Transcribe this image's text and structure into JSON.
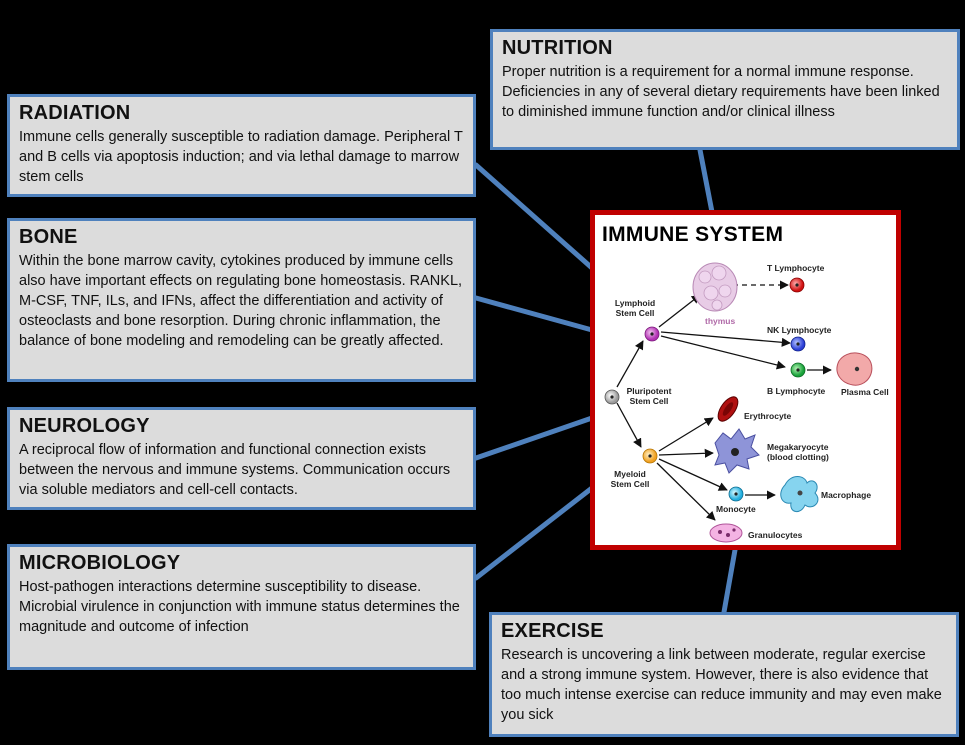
{
  "boxes": {
    "nutrition": {
      "title": "NUTRITION",
      "body": "Proper nutrition is a requirement for a normal immune response.  Deficiencies in any of several dietary requirements have been linked to diminished immune function and/or clinical illness"
    },
    "radiation": {
      "title": "RADIATION",
      "body": "Immune cells generally susceptible to radiation damage. Peripheral T and B cells via apoptosis induction;  and via lethal damage to marrow stem cells"
    },
    "bone": {
      "title": "BONE",
      "body": "Within the bone marrow cavity, cytokines produced by immune cells also have important effects on regulating bone homeostasis. RANKL, M-CSF, TNF, ILs, and IFNs, affect the differentiation and activity of osteoclasts and bone resorption. During chronic inflammation, the balance of bone modeling and remodeling can be greatly affected."
    },
    "neurology": {
      "title": "NEUROLOGY",
      "body": "A reciprocal flow of information and functional connection exists between the nervous and immune systems.  Communication occurs via soluble mediators and cell-cell contacts."
    },
    "microbiology": {
      "title": "MICROBIOLOGY",
      "body": "Host-pathogen interactions determine susceptibility to disease. Microbial virulence in conjunction with immune status determines the magnitude and outcome of infection"
    },
    "exercise": {
      "title": "EXERCISE",
      "body": "Research is uncovering a link between moderate, regular exercise and a strong immune system. However, there is also evidence that too much intense exercise can reduce immunity and may even make you sick"
    }
  },
  "immune_system": {
    "title": "IMMUNE SYSTEM",
    "cells": {
      "t_lymphocyte": "T Lymphocyte",
      "lymphoid_stem_cell_1": "Lymphoid",
      "lymphoid_stem_cell_2": "Stem Cell",
      "thymus": "thymus",
      "nk_lymphocyte": "NK Lymphocyte",
      "b_lymphocyte": "B Lymphocyte",
      "plasma_cell": "Plasma Cell",
      "pluripotent_stem_cell_1": "Pluripotent",
      "pluripotent_stem_cell_2": "Stem Cell",
      "erythrocyte": "Erythrocyte",
      "megakaryocyte_1": "Megakaryocyte",
      "megakaryocyte_2": "(blood clotting)",
      "myeloid_stem_cell_1": "Myeloid",
      "myeloid_stem_cell_2": "Stem Cell",
      "monocyte": "Monocyte",
      "macrophage": "Macrophage",
      "granulocytes": "Granulocytes"
    }
  },
  "colors": {
    "background": "#000000",
    "box_fill": "#dcdcdc",
    "box_border": "#4f81bd",
    "connector": "#4f81bd",
    "immune_border": "#c00000"
  }
}
